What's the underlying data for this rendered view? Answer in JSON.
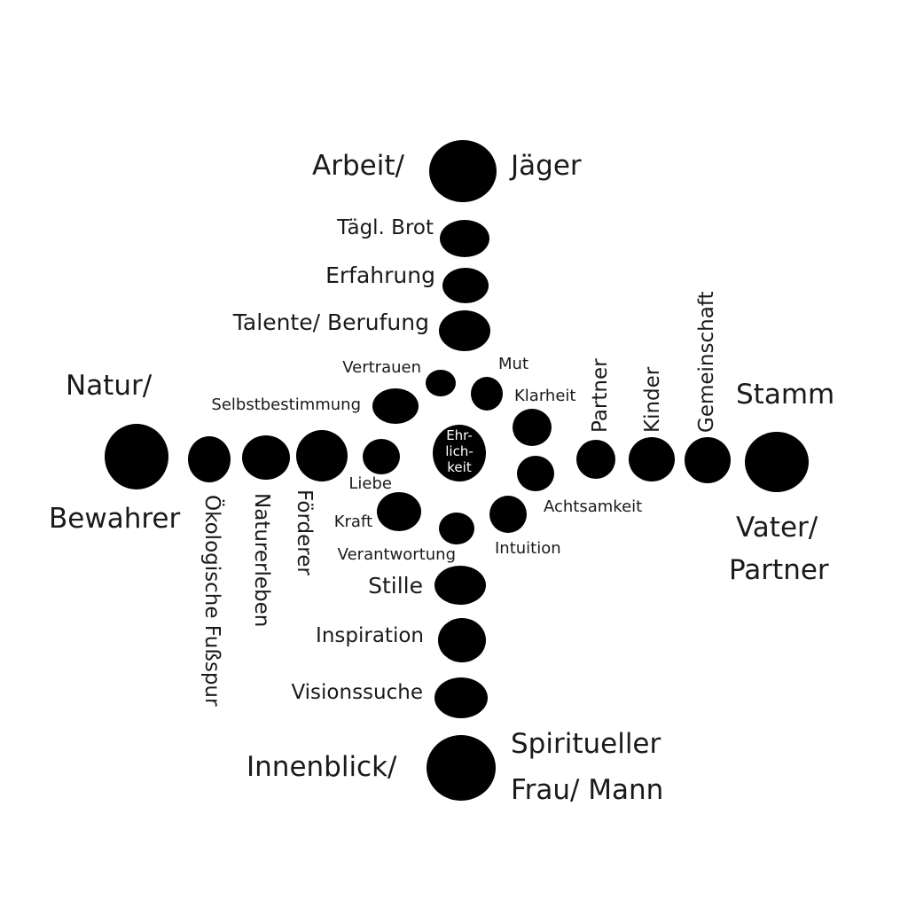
{
  "directions": {
    "north_left": "Arbeit/",
    "north_right": "Jäger",
    "west_top": "Natur/",
    "west_bottom": "Bewahrer",
    "east_top": "Stamm",
    "east_bottom_1": "Vater/",
    "east_bottom_2": "Partner",
    "south_left": "Innenblick/",
    "south_right_1": "Spiritueller",
    "south_right_2": "Frau/ Mann"
  },
  "north_arm": [
    "Tägl. Brot",
    "Erfahrung",
    "Talente/ Berufung"
  ],
  "south_arm": [
    "Stille",
    "Inspiration",
    "Visionssuche"
  ],
  "west_arm": [
    "Ökologische Fußspur",
    "Naturerleben",
    "Förderer"
  ],
  "east_arm": [
    "Partner",
    "Kinder",
    "Gemeinschaft"
  ],
  "inner_ring": {
    "vertrauen": "Vertrauen",
    "mut": "Mut",
    "selbstbestimmung": "Selbstbestimmung",
    "klarheit": "Klarheit",
    "liebe": "Liebe",
    "achtsamkeit": "Achtsamkeit",
    "kraft": "Kraft",
    "intuition": "Intuition",
    "verantwortung": "Verantwortung"
  },
  "center": [
    "Ehr-",
    "lich-",
    "keit"
  ],
  "colors": {
    "stone": "#000000",
    "text": "#1a1a1a",
    "center_text": "#ffffff"
  }
}
